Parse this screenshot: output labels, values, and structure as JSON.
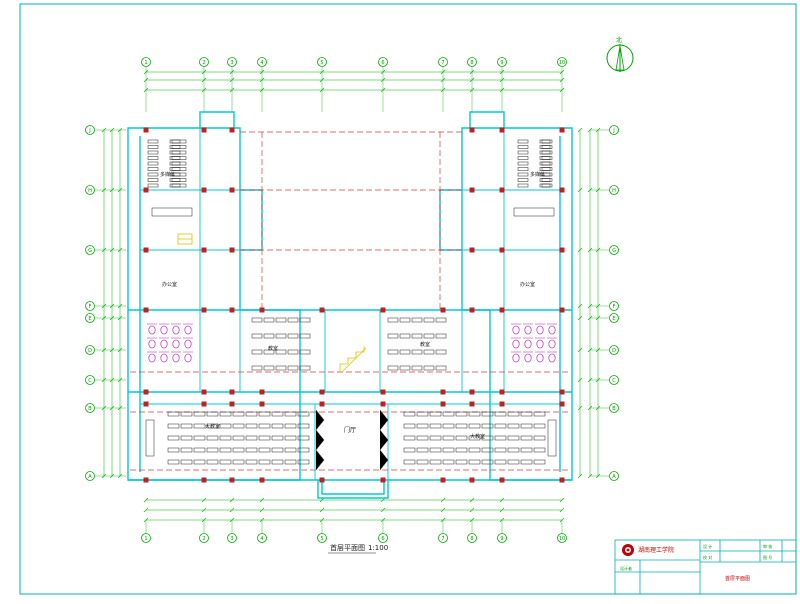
{
  "drawing": {
    "title": "首层平面图",
    "scale": "1:100",
    "north_label": "北",
    "column_axes": [
      "1",
      "2",
      "3",
      "4",
      "5",
      "6",
      "7",
      "8",
      "9",
      "10"
    ],
    "row_axes": [
      "J",
      "H",
      "G",
      "F",
      "E",
      "D",
      "C",
      "B",
      "A"
    ],
    "rooms": {
      "office": "办公室",
      "stair_hall": "门厅",
      "big_classroom_left": "大教室",
      "big_classroom_right": "大教室",
      "classroom_left": "教室",
      "classroom_right": "教室",
      "multimedia_left": "多媒体",
      "multimedia_right": "多媒体",
      "office_right": "办公室"
    },
    "colors": {
      "border": "#00b0b0",
      "wall": "#00c8d8",
      "dimension": "#00b000",
      "axis": "#b00000",
      "furniture": "#202020",
      "toilet": "#c040c0",
      "stair": "#e0c000"
    }
  },
  "title_block": {
    "school": "湖南理工学院",
    "cells": [
      "设 计",
      "校 对",
      "审 核",
      "图 号"
    ],
    "sheet_name": "首层平面图",
    "designer": "设计者"
  }
}
